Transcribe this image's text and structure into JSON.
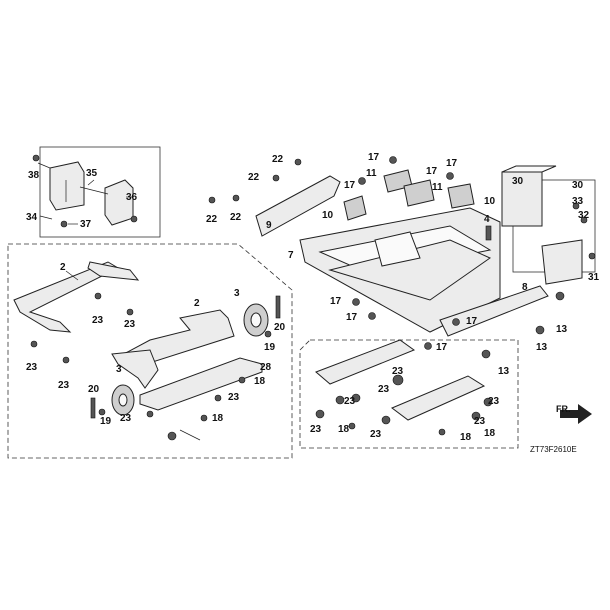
{
  "labels": {
    "p2a": "2",
    "p2b": "2",
    "p3a": "3",
    "p3b": "3",
    "p4": "4",
    "p7": "7",
    "p8": "8",
    "p9": "9",
    "p10a": "10",
    "p10b": "10",
    "p11a": "11",
    "p11b": "11",
    "p13a": "13",
    "p13b": "13",
    "p13c": "13",
    "p17a": "17",
    "p17b": "17",
    "p17c": "17",
    "p17d": "17",
    "p17e": "17",
    "p17f": "17",
    "p17g": "17",
    "p18a": "18",
    "p18b": "18",
    "p18c": "18",
    "p18d": "18",
    "p18e": "18",
    "p19a": "19",
    "p19b": "19",
    "p20a": "20",
    "p20b": "20",
    "p22a": "22",
    "p22b": "22",
    "p22c": "22",
    "p22d": "22",
    "p23a": "23",
    "p23b": "23",
    "p23c": "23",
    "p23d": "23",
    "p23e": "23",
    "p23f": "23",
    "p23g": "23",
    "p23h": "23",
    "p23i": "23",
    "p23j": "23",
    "p23k": "23",
    "p23l": "23",
    "p23m": "23",
    "p28": "28",
    "p30": "30",
    "p31": "31",
    "p32": "32",
    "p33": "33",
    "p34": "34",
    "p35": "35",
    "p36": "36",
    "p37": "37",
    "p38": "38"
  },
  "direction_marker": "FR.",
  "diagram_code": "ZT73F2610E"
}
